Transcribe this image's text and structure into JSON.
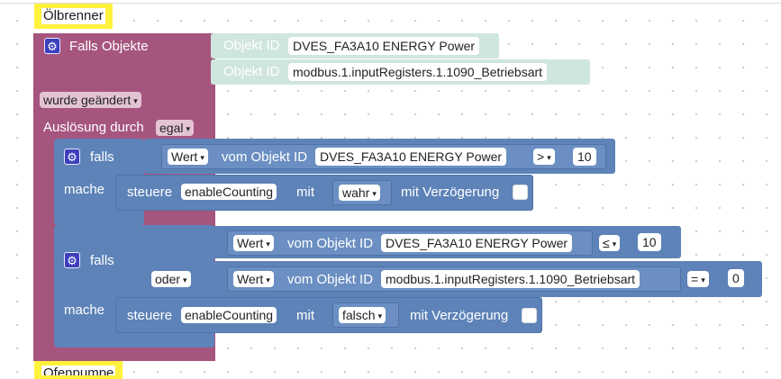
{
  "comments": {
    "top": "Ölbrenner",
    "bottom": "Ofenpumpe"
  },
  "trigger": {
    "title": "Falls Objekte",
    "objects": [
      {
        "label": "Objekt ID",
        "value": "DVES_FA3A10 ENERGY  Power"
      },
      {
        "label": "Objekt ID",
        "value": "modbus.1.inputRegisters.1.1090_Betriebsart"
      }
    ],
    "condition_select": "wurde geändert",
    "trigger_label": "Auslösung durch",
    "trigger_select": "egal"
  },
  "if1": {
    "falls_label": "falls",
    "mache_label": "mache",
    "value_select": "Wert",
    "from_object_label": "vom Objekt ID",
    "object_value": "DVES_FA3A10 ENERGY  Power",
    "operator": ">",
    "compare_value": "10",
    "action": {
      "control_label": "steuere",
      "target_select": "enableCounting",
      "with_label": "mit",
      "value_select": "wahr",
      "delay_label": "mit Verzögerung"
    }
  },
  "if2": {
    "falls_label": "falls",
    "mache_label": "mache",
    "logic_select": "oder",
    "cond1": {
      "value_select": "Wert",
      "from_object_label": "vom Objekt ID",
      "object_value": "DVES_FA3A10 ENERGY  Power",
      "operator": "≤",
      "compare_value": "10"
    },
    "cond2": {
      "value_select": "Wert",
      "from_object_label": "vom Objekt ID",
      "object_value": "modbus.1.inputRegisters.1.1090_Betriebsart",
      "operator": "=",
      "compare_value": "0"
    },
    "action": {
      "control_label": "steuere",
      "target_select": "enableCounting",
      "with_label": "mit",
      "value_select": "falsch",
      "delay_label": "mit Verzögerung"
    }
  },
  "icons": {
    "gear": "⚙",
    "dropdown": "▾"
  },
  "colors": {
    "trigger_block": "#a6557f",
    "logic_block": "#5d83b8",
    "object_block": "#cfe6dd",
    "comment": "#fff13c",
    "mutator": "#3c3fbd"
  }
}
